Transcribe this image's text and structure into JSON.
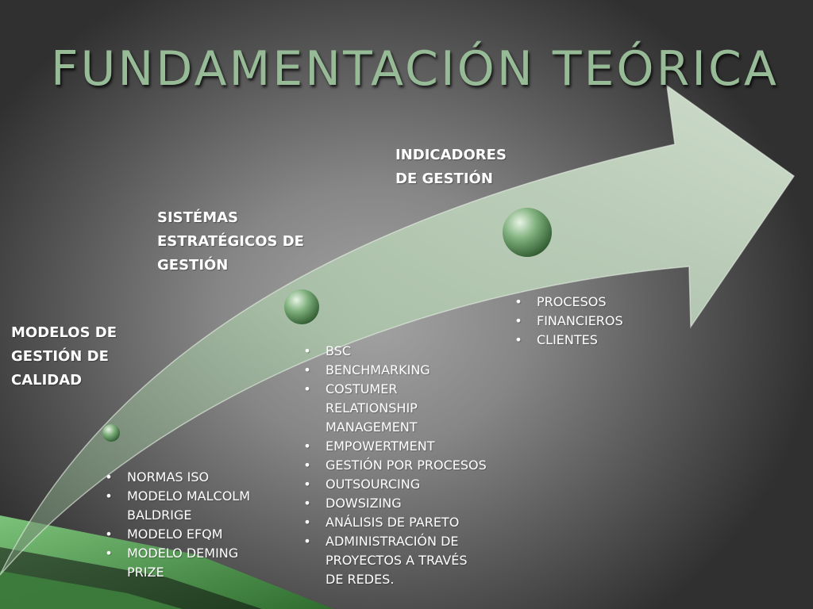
{
  "slide": {
    "title": "FUNDAMENTACIÓN TEÓRICA",
    "stages": [
      {
        "heading": [
          "MODELOS DE",
          "GESTIÓN DE",
          "CALIDAD"
        ],
        "items": [
          [
            "NORMAS ISO"
          ],
          [
            "MODELO MALCOLM",
            "BALDRIGE"
          ],
          [
            "MODELO EFQM"
          ],
          [
            "MODELO DEMING",
            "PRIZE"
          ]
        ]
      },
      {
        "heading": [
          "SISTÉMAS",
          "ESTRATÉGICOS DE",
          "GESTIÓN"
        ],
        "items": [
          [
            "BSC"
          ],
          [
            "BENCHMARKING"
          ],
          [
            "COSTUMER",
            "RELATIONSHIP",
            "MANAGEMENT"
          ],
          [
            "EMPOWERTMENT"
          ],
          [
            "GESTIÓN POR PROCESOS"
          ],
          [
            "OUTSOURCING"
          ],
          [
            "DOWSIZING"
          ],
          [
            "ANÁLISIS DE PARETO"
          ],
          [
            "ADMINISTRACIÓN DE",
            "PROYECTOS A TRAVÉS",
            "DE REDES."
          ]
        ]
      },
      {
        "heading": [
          "INDICADORES",
          "DE GESTIÓN"
        ],
        "items": [
          [
            "PROCESOS"
          ],
          [
            "FINANCIEROS"
          ],
          [
            "CLIENTES"
          ]
        ]
      }
    ]
  },
  "bullet_glyph": "•",
  "colors": {
    "title": "#97bb97",
    "arrow": "#c9dcc7",
    "corner_accent": "#4f9a4f"
  }
}
